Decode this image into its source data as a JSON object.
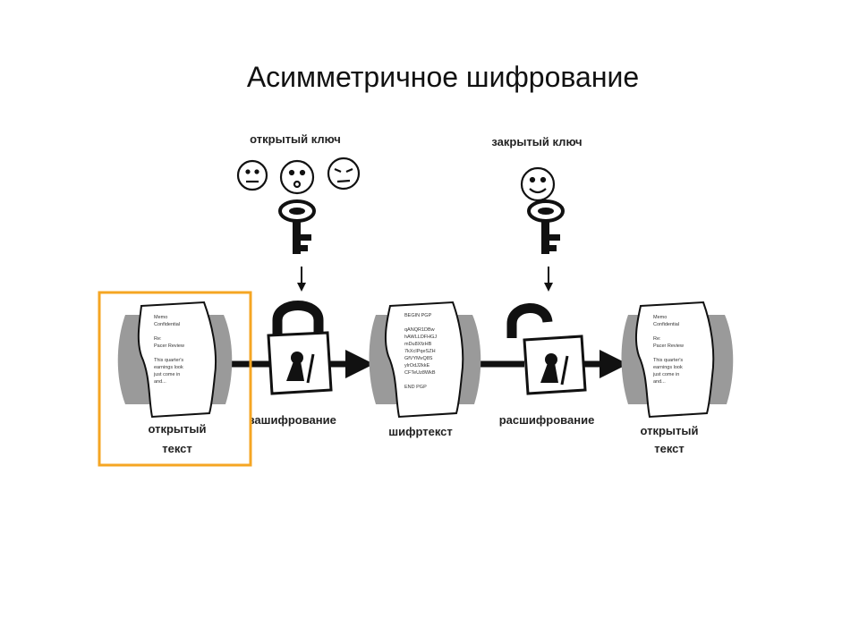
{
  "title": "Асимметричное шифрование",
  "public_key_label": "открытый ключ",
  "private_key_label": "закрытый ключ",
  "encryption_label": "зашифрование",
  "decryption_label": "расшифрование",
  "plaintext_left_line1": "открытый",
  "plaintext_left_line2": "текст",
  "ciphertext_label": "шифртекст",
  "plaintext_right_line1": "открытый",
  "plaintext_right_line2": "текст",
  "highlight_color": "#f5a623",
  "plain_doc": [
    "Memo",
    "Confidential",
    "",
    "Re:",
    "Pacer Review",
    "",
    "This quarter's",
    "earnings look",
    "just come in",
    "and..."
  ],
  "cipher_doc": [
    "BEGIN PGP",
    "",
    "qANQR1DBw",
    "hAWLLDFHGJ",
    "mDu8XfzHB",
    "7kXcIPqeSZH",
    "GfVYMvQ8S",
    "ylrOdJ2kkE",
    "CFTeUz8WkB",
    "",
    "END PGP"
  ]
}
